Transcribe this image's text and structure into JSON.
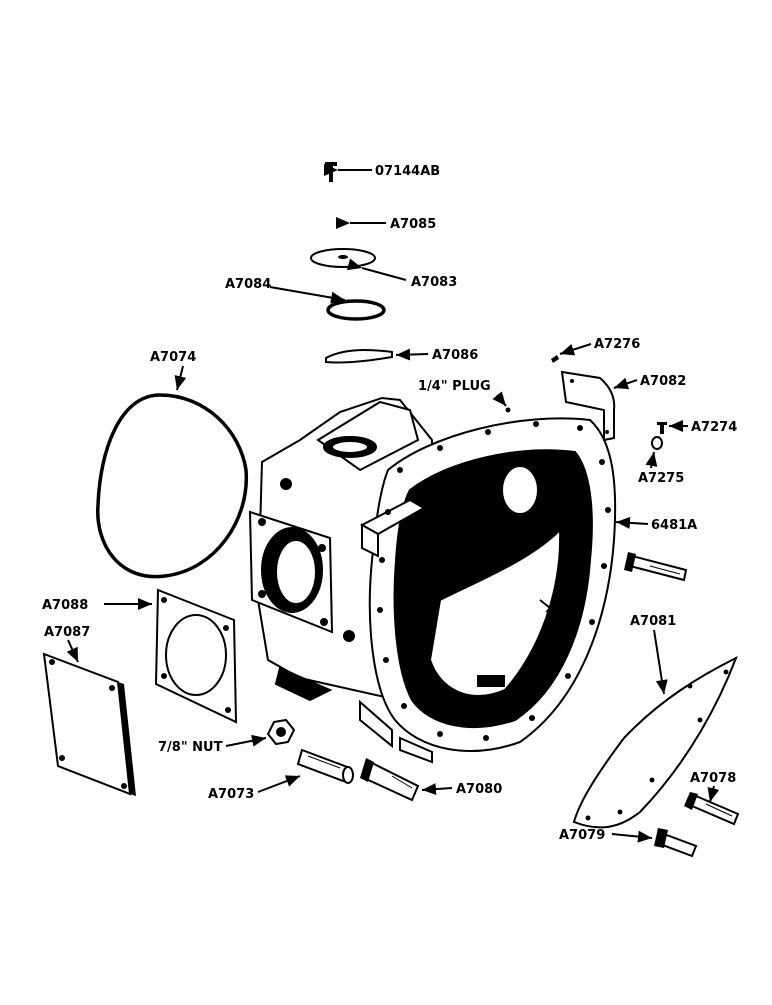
{
  "labels": {
    "p07144ab": "07144AB",
    "a7085": "A7085",
    "a7083": "A7083",
    "a7084": "A7084",
    "a7086": "A7086",
    "a7276": "A7276",
    "a7074": "A7074",
    "plug": "1/4\" PLUG",
    "a7082": "A7082",
    "a7274": "A7274",
    "a7275": "A7275",
    "p6481a": "6481A",
    "a7088": "A7088",
    "a7087": "A7087",
    "a7081": "A7081",
    "nut": "7/8\" NUT",
    "a7073": "A7073",
    "a7080": "A7080",
    "a7078": "A7078",
    "a7079": "A7079"
  }
}
